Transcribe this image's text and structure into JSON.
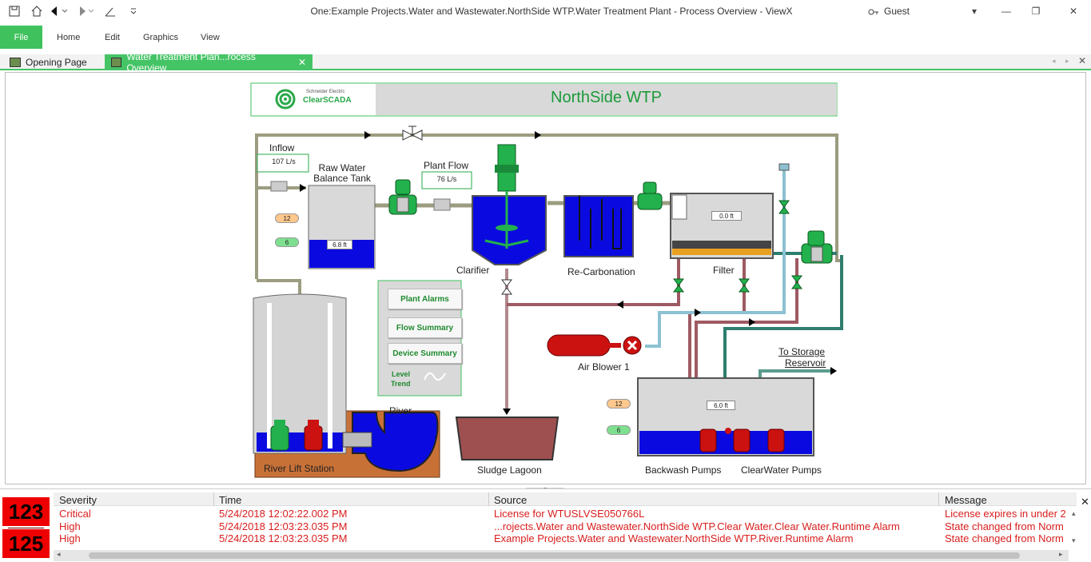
{
  "window": {
    "title": "One:Example Projects.Water and Wastewater.NorthSide WTP.Water Treatment Plant - Process Overview - ViewX",
    "user": "Guest"
  },
  "ribbon": {
    "file": "File",
    "tabs": [
      "Home",
      "Edit",
      "Graphics",
      "View"
    ]
  },
  "doc_tabs": {
    "opening": "Opening Page",
    "active": "Water Treatment Plan...rocess Overview"
  },
  "mimic": {
    "logo_brand": "Schneider Electric",
    "logo_product": "ClearSCADA",
    "header_title": "NorthSide WTP",
    "inflow_label": "Inflow",
    "inflow_value": "107 L/s",
    "raw_tank_label_1": "Raw Water",
    "raw_tank_label_2": "Balance Tank",
    "raw_tank_level": "6.8 ft",
    "raw_high_badge": "12",
    "raw_low_badge": "6",
    "plant_flow_label": "Plant Flow",
    "plant_flow_value": "76 L/s",
    "clarifier_label": "Clarifier",
    "recarb_label": "Re-Carbonation",
    "filter_label": "Filter",
    "filter_level": "0.0 ft",
    "buttons": {
      "plant_alarms": "Plant Alarms",
      "flow_summary": "Flow Summary",
      "device_summary": "Device Summary",
      "level_trend_1": "Level",
      "level_trend_2": "Trend"
    },
    "air_blower_label": "Air Blower 1",
    "to_storage_1": "To Storage",
    "to_storage_2": "Reservoir",
    "clearwell_level": "6.0 ft",
    "clearwell_high_badge": "12",
    "clearwell_low_badge": "6",
    "river_label": "River",
    "river_lift_label": "River Lift Station",
    "sludge_label": "Sludge Lagoon",
    "backwash_label": "Backwash Pumps",
    "clearwater_label": "ClearWater Pumps"
  },
  "alarms": {
    "counts": [
      "123",
      "125"
    ],
    "columns": [
      "Severity",
      "Time",
      "Source",
      "Message"
    ],
    "rows": [
      {
        "severity": "Critical",
        "time": "5/24/2018 12:02:22.002 PM",
        "source": "License for WTUSLVSE050766L",
        "message": "License expires in under 2"
      },
      {
        "severity": "High",
        "time": "5/24/2018 12:03:23.035 PM",
        "source": "...rojects.Water and Wastewater.NorthSide WTP.Clear Water.Clear Water.Runtime Alarm",
        "message": "State changed from Norm"
      },
      {
        "severity": "High",
        "time": "5/24/2018 12:03:23.035 PM",
        "source": "Example Projects.Water and Wastewater.NorthSide WTP.River.Runtime Alarm",
        "message": "State changed from Norm"
      }
    ]
  },
  "colors": {
    "accent": "#3fc25d",
    "water": "#0a0ae0",
    "alarm_red": "#ee0000",
    "valve_green": "#22b14c",
    "pump_red": "#cc1111"
  }
}
